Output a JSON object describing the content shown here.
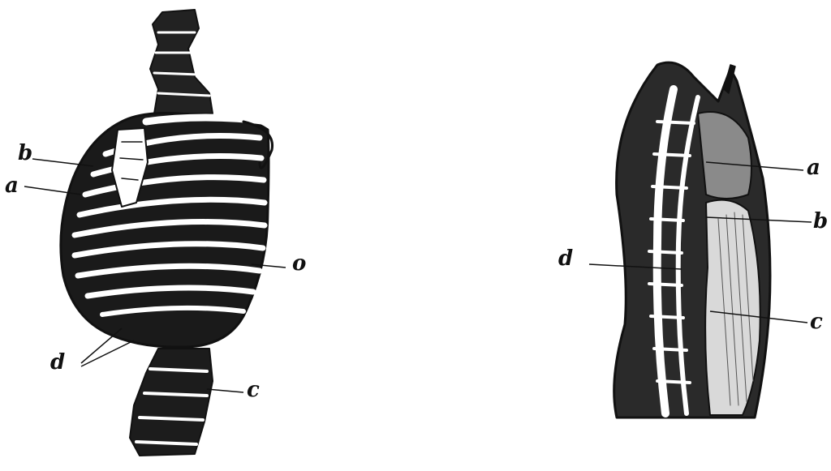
{
  "colors": {
    "ink": "#111111",
    "paper": "#ffffff"
  },
  "figures": {
    "left": {
      "labels": {
        "a": "a",
        "b": "b",
        "o": "o",
        "d": "d",
        "c": "c"
      }
    },
    "right": {
      "labels": {
        "a": "a",
        "b": "b",
        "c": "c",
        "d": "d"
      }
    }
  }
}
